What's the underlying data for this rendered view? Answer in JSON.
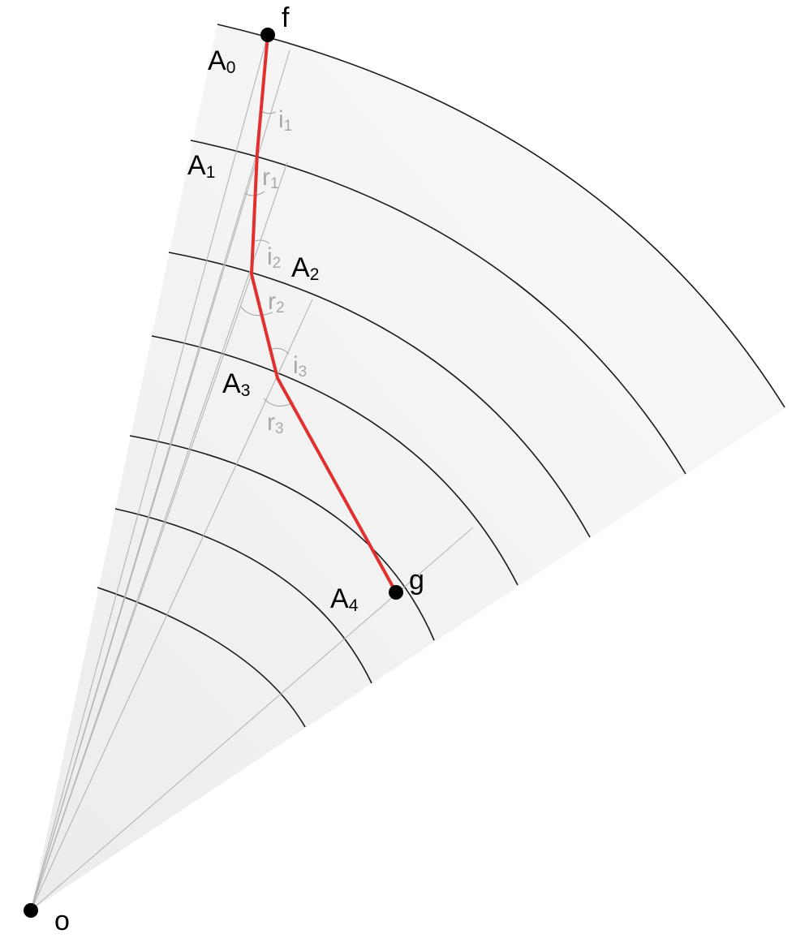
{
  "points": {
    "f": "f",
    "g": "g",
    "o": "o"
  },
  "layers": [
    {
      "letter": "A",
      "index": "0"
    },
    {
      "letter": "A",
      "index": "1"
    },
    {
      "letter": "A",
      "index": "2"
    },
    {
      "letter": "A",
      "index": "3"
    },
    {
      "letter": "A",
      "index": "4"
    }
  ],
  "angles": [
    {
      "letter": "i",
      "index": "1"
    },
    {
      "letter": "r",
      "index": "1"
    },
    {
      "letter": "i",
      "index": "2"
    },
    {
      "letter": "r",
      "index": "2"
    },
    {
      "letter": "i",
      "index": "3"
    },
    {
      "letter": "r",
      "index": "3"
    }
  ],
  "colors": {
    "ray_path": "#e03030",
    "arcs": "#1a1a1a",
    "guide_lines": "#b4b4b4",
    "angle_labels": "#a8a8a8",
    "fan_fill": "#f2f2f2"
  }
}
